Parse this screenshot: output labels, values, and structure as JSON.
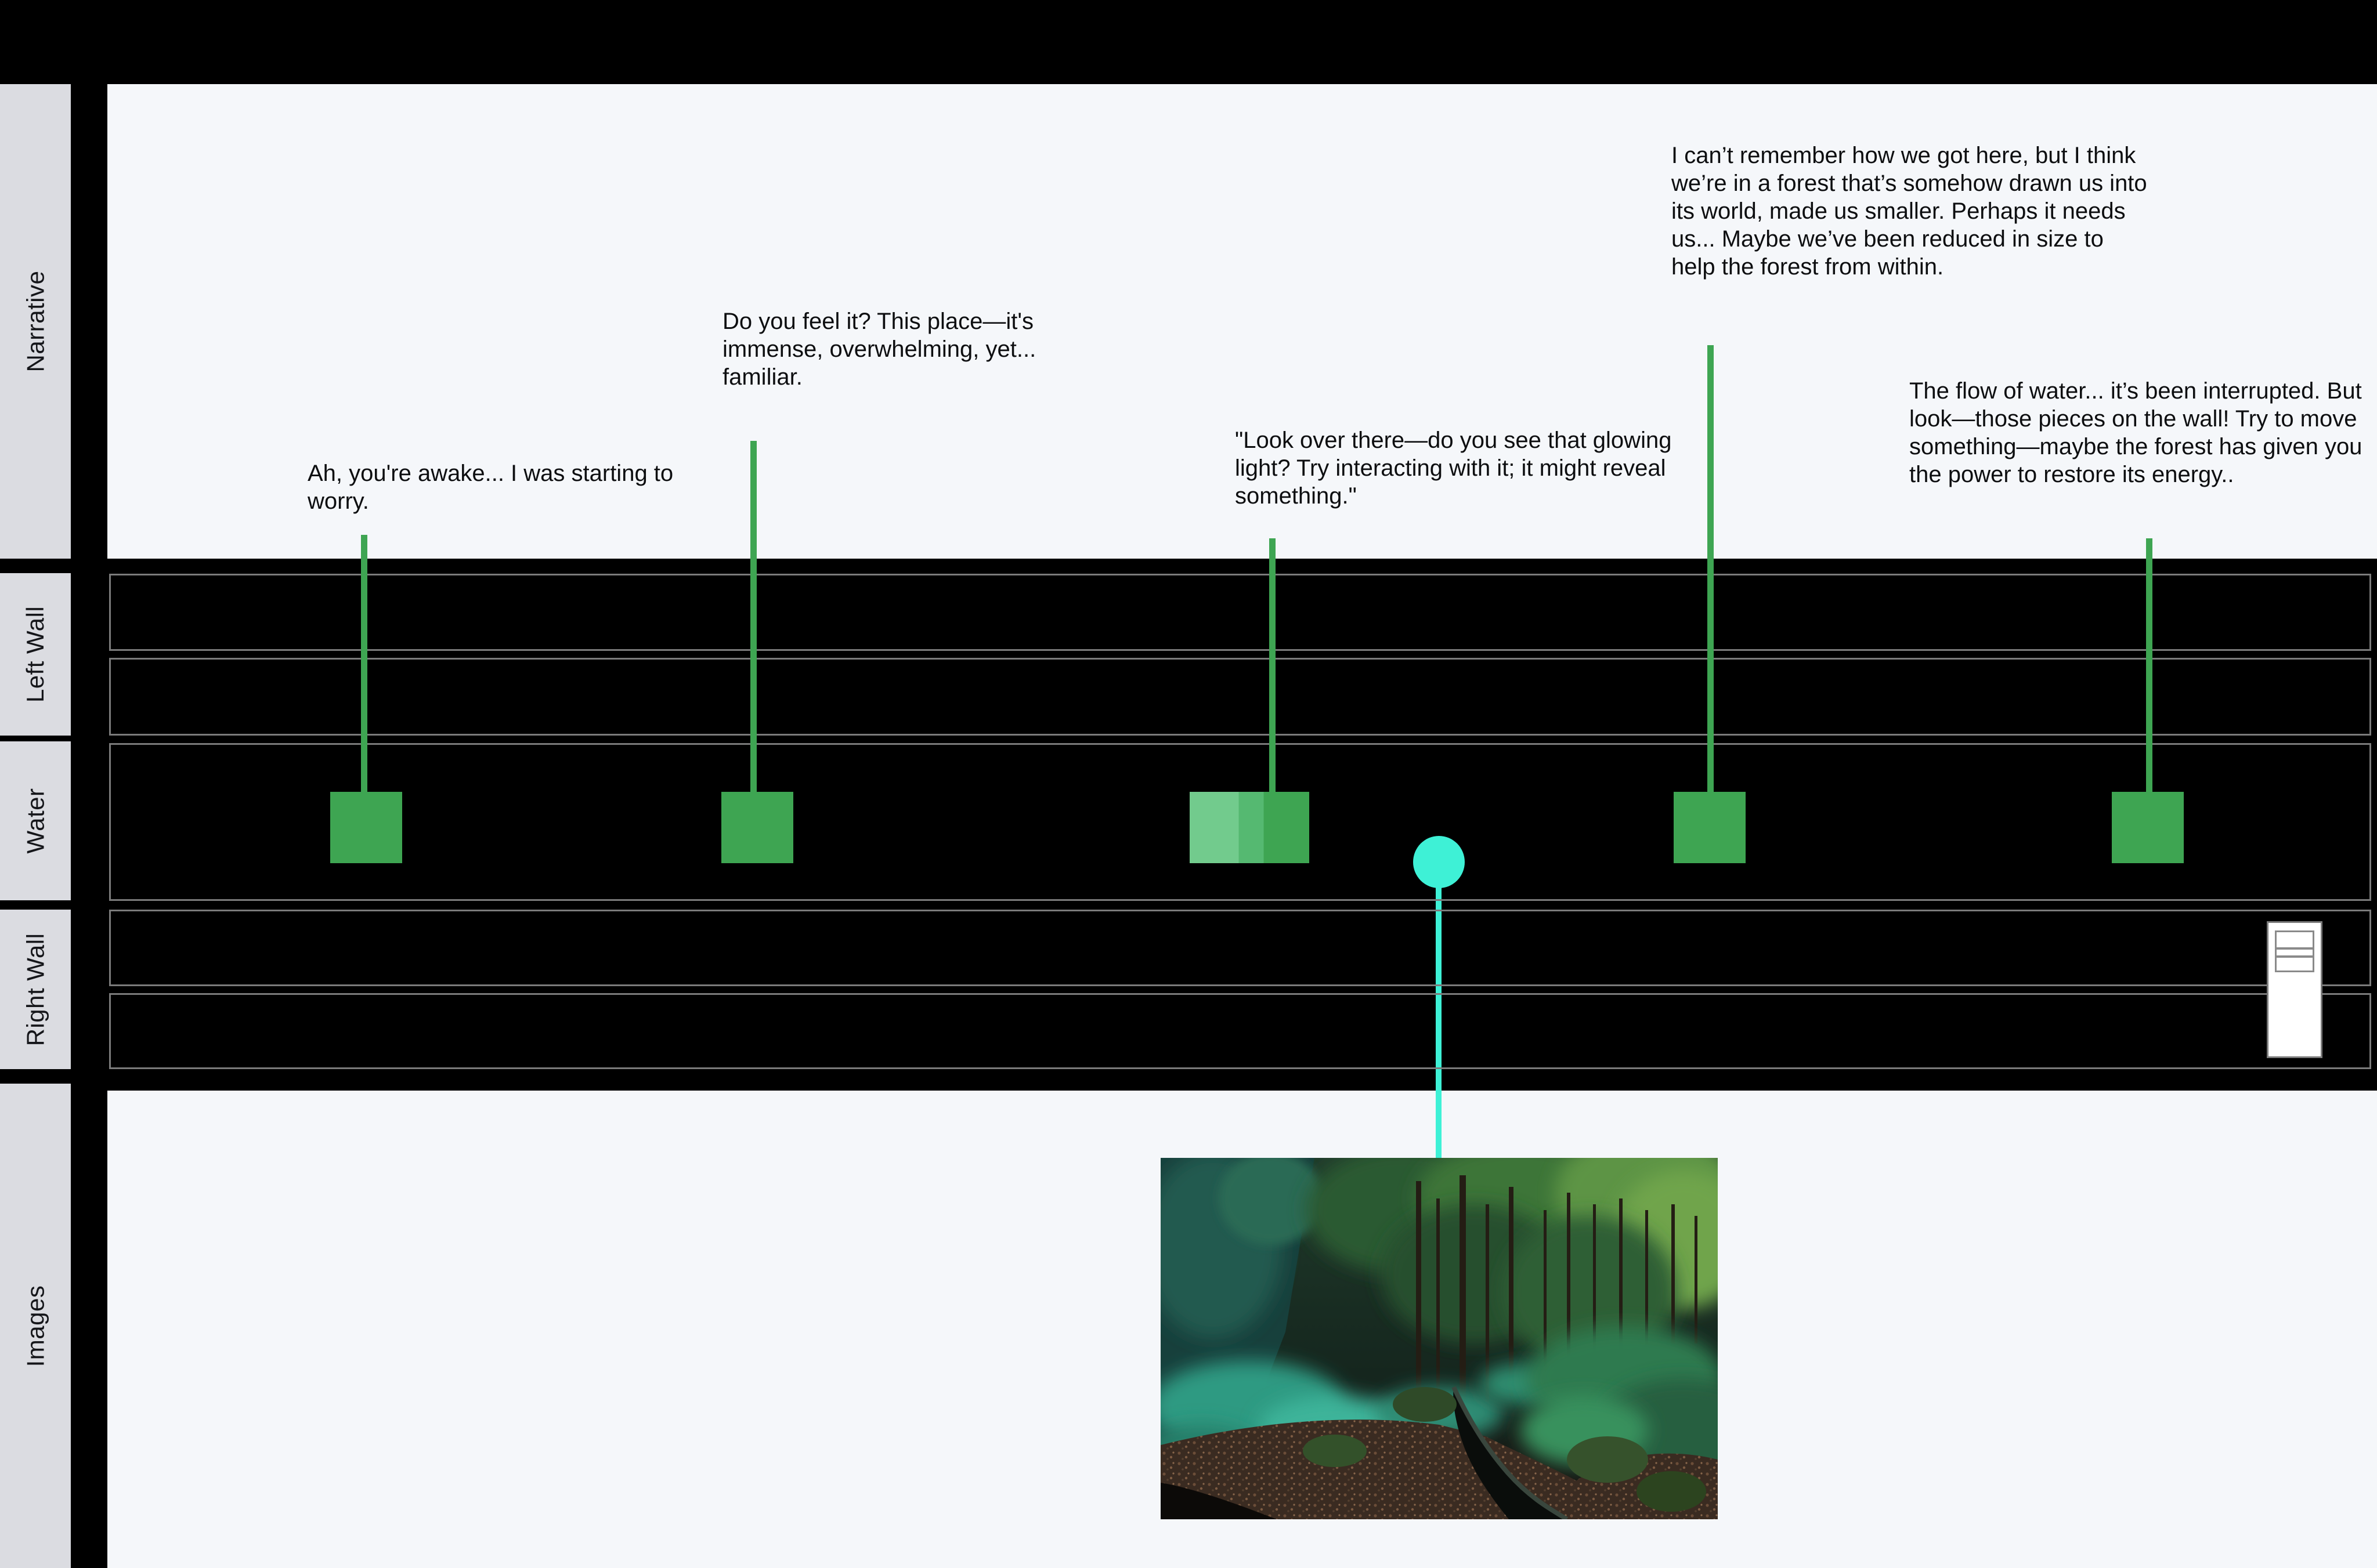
{
  "tracks": {
    "narrative": {
      "label": "Narrative"
    },
    "left_wall": {
      "label": "Left Wall"
    },
    "water": {
      "label": "Water"
    },
    "right_wall": {
      "label": "Right Wall"
    },
    "images": {
      "label": "Images"
    }
  },
  "notes": [
    {
      "text": "Ah, you're awake... I was starting to worry."
    },
    {
      "text": "Do you feel it? This place—it's immense, overwhelming, yet... familiar."
    },
    {
      "text": "\"Look over there—do you see that glowing light? Try interacting with it; it might reveal something.\""
    },
    {
      "text": "I can’t remember how we got here, but I think we’re in a forest that’s somehow drawn us into its world, made us smaller. Perhaps it needs us... Maybe we’ve been reduced in size to help the forest from within."
    },
    {
      "text": "The flow of water... it’s been interrupted. But look—those pieces on the wall! Try to move something—maybe the forest has given you the power to restore its energy.."
    }
  ],
  "water_markers": [
    {
      "type": "solid"
    },
    {
      "type": "solid"
    },
    {
      "type": "gradient"
    },
    {
      "type": "solid"
    },
    {
      "type": "solid"
    }
  ],
  "interaction_node": {
    "type": "glowing-light"
  },
  "wall_piece": {
    "type": "movable-wall-piece"
  },
  "image_clip": {
    "name": "forest-path-photo"
  },
  "colors": {
    "green": "#3ea552",
    "green_gradient": [
      "#72cb8d",
      "#55b971",
      "#3ea552"
    ],
    "cyan": "#3ef1d6",
    "lane_border": "#7b7b7b",
    "panel_bg": "#f5f7fa",
    "label_bg": "#dbdce1",
    "page_bg": "#000000"
  }
}
